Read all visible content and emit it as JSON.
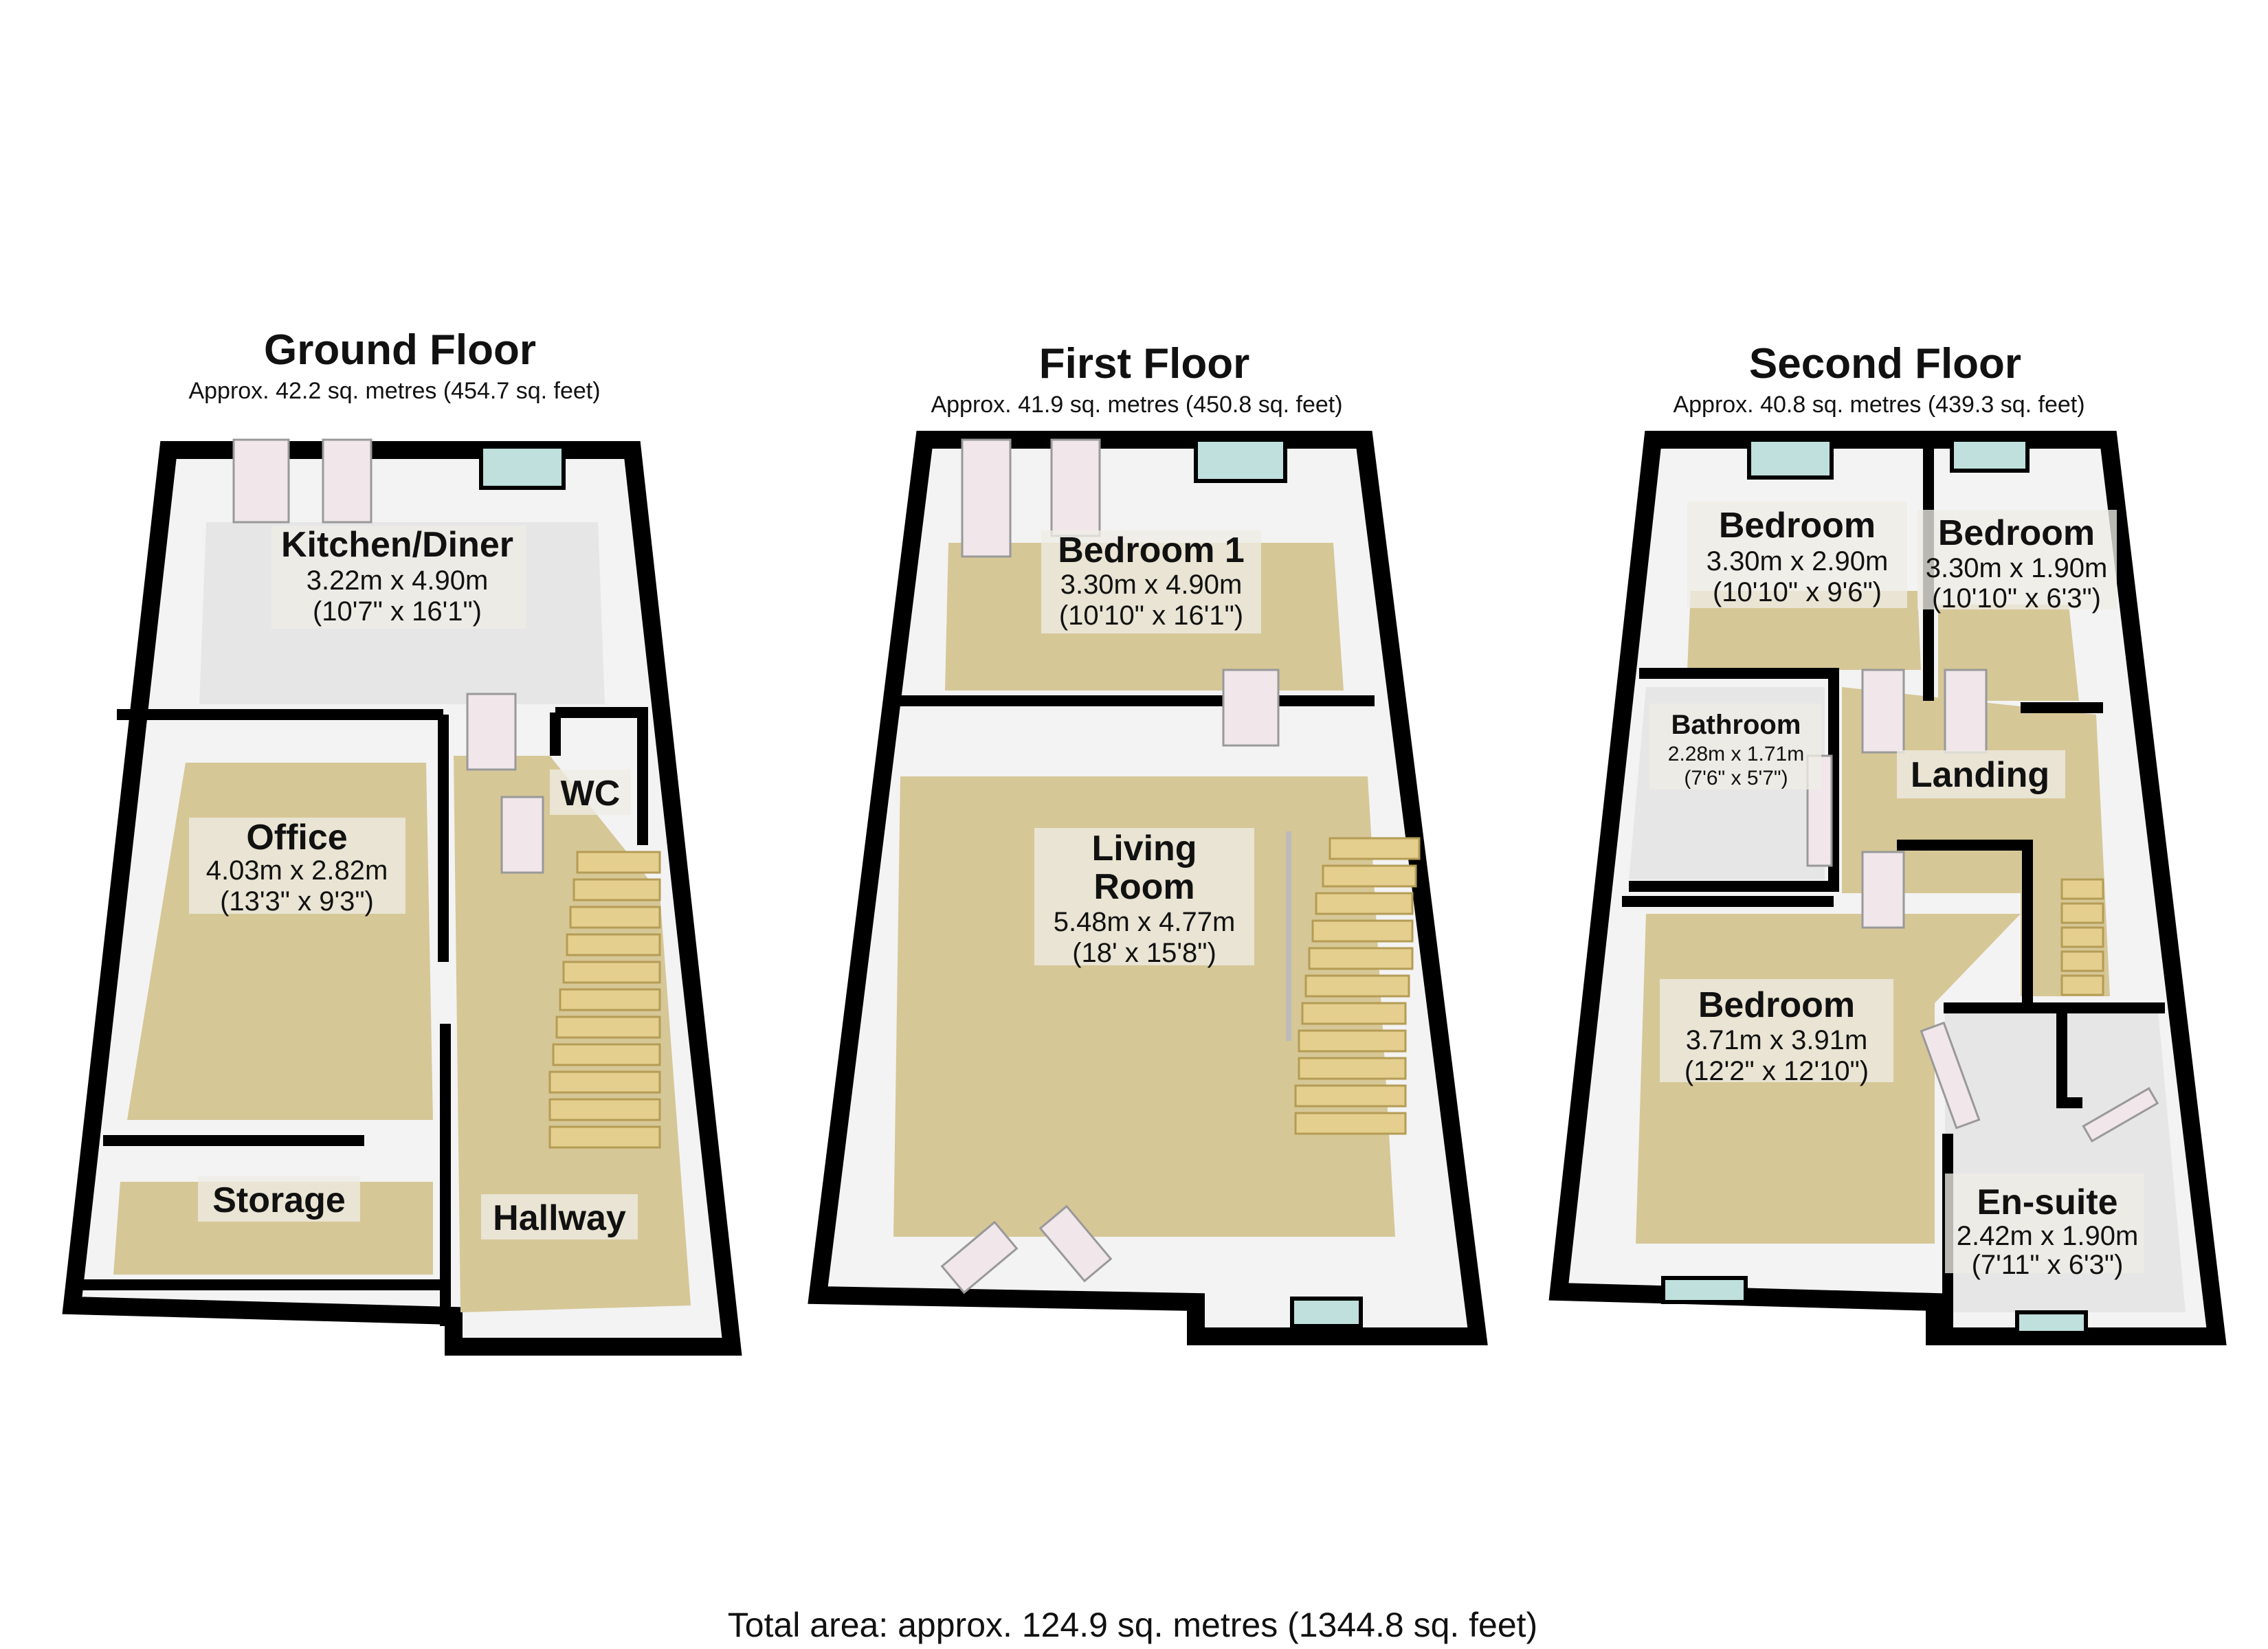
{
  "floors": [
    {
      "title": "Ground Floor",
      "area": "Approx. 42.2 sq. metres (454.7 sq. feet)",
      "rooms": [
        {
          "name": "Kitchen/Diner",
          "metric": "3.22m x 4.90m",
          "imperial": "(10'7\" x 16'1\")"
        },
        {
          "name": "Office",
          "metric": "4.03m x 2.82m",
          "imperial": "(13'3\" x 9'3\")"
        },
        {
          "name": "WC"
        },
        {
          "name": "Storage"
        },
        {
          "name": "Hallway"
        }
      ]
    },
    {
      "title": "First Floor",
      "area": "Approx. 41.9 sq. metres (450.8 sq. feet)",
      "rooms": [
        {
          "name": "Bedroom 1",
          "metric": "3.30m x 4.90m",
          "imperial": "(10'10\" x 16'1\")"
        },
        {
          "name_line1": "Living",
          "name_line2": "Room",
          "metric": "5.48m x 4.77m",
          "imperial": "(18' x 15'8\")"
        }
      ]
    },
    {
      "title": "Second Floor",
      "area": "Approx. 40.8 sq. metres (439.3 sq. feet)",
      "rooms": [
        {
          "name": "Bedroom",
          "metric": "3.30m x 2.90m",
          "imperial": "(10'10\" x 9'6\")"
        },
        {
          "name": "Bedroom",
          "metric": "3.30m x 1.90m",
          "imperial": "(10'10\" x 6'3\")"
        },
        {
          "name": "Bathroom",
          "metric": "2.28m x 1.71m",
          "imperial": "(7'6\" x 5'7\")"
        },
        {
          "name": "Landing"
        },
        {
          "name": "Bedroom",
          "metric": "3.71m x 3.91m",
          "imperial": "(12'2\" x 12'10\")"
        },
        {
          "name": "En-suite",
          "metric": "2.42m x 1.90m",
          "imperial": "(7'11\" x 6'3\")"
        }
      ]
    }
  ],
  "total_area": "Total area: approx. 124.9 sq. metres (1344.8 sq. feet)",
  "colors": {
    "wall": "#000000",
    "carpet": "#d6c797",
    "tile": "#e6e6e6",
    "window": "#bfe0dc"
  }
}
